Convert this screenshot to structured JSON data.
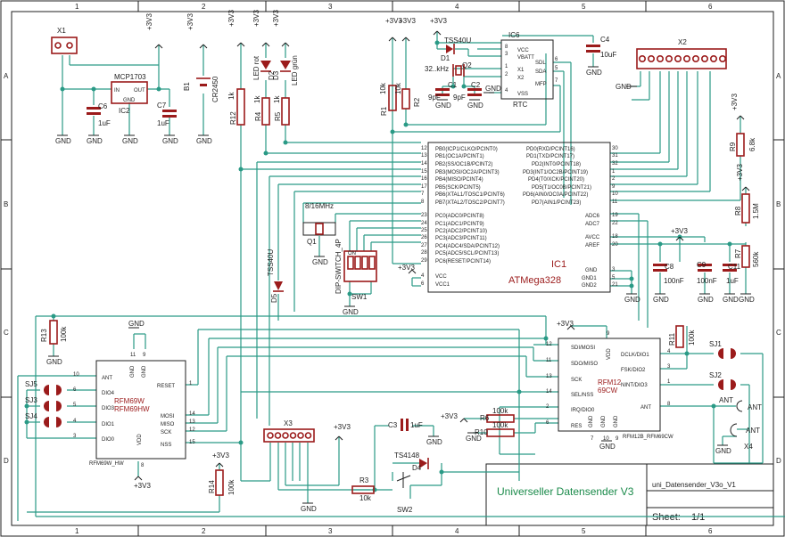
{
  "frame": {
    "columns": [
      "1",
      "2",
      "3",
      "4",
      "5",
      "6"
    ],
    "rows": [
      "A",
      "B",
      "C",
      "D"
    ]
  },
  "title_block": {
    "title": "Universeller Datensender V3",
    "file": "uni_Datensender_V3o_V1",
    "sheet_label": "Sheet:",
    "sheet_value": "1/1"
  },
  "rails": {
    "v33": "+3V3",
    "gnd": "GND"
  },
  "regulator": {
    "name": "MCP1703",
    "ref": "IC2",
    "pin_in": "IN",
    "pin_out": "OUT",
    "pin_gnd": "GND"
  },
  "caps": {
    "c6": "C6",
    "c6v": "1uF",
    "c7": "C7",
    "c7v": "1uF",
    "c4": "C4",
    "c4v": "10uF",
    "c1": "C1",
    "c1v": "9pF",
    "c2": "C2",
    "c2v": "9pF",
    "c3": "C3",
    "c3v": "1uF",
    "c8": "C8",
    "c8v": "100nF",
    "c9": "C9",
    "c9v": "100nF",
    "c11": "C11",
    "c11v": "1uF"
  },
  "battery": {
    "ref": "B1",
    "value": "CR2450"
  },
  "resistors": {
    "r12": "R12",
    "r12v": "1k",
    "r4": "R4",
    "r4v": "1k",
    "r5": "R5",
    "r5v": "1k",
    "r1": "R1",
    "r1v": "10k",
    "r2": "R2",
    "r2v": "10k",
    "r9": "R9",
    "r9v": "6.8k",
    "r8": "R8",
    "r8v": "1.5M",
    "r7": "R7",
    "r7v": "560k",
    "r13": "R13",
    "r13v": "100k",
    "r11": "R11",
    "r11v": "100k",
    "r14": "R14",
    "r14v": "100k",
    "r6": "R6",
    "r6v": "100k",
    "r10": "R10",
    "r10v": "100k",
    "r3": "R3",
    "r3v": "10k"
  },
  "leds": {
    "d2": "D2",
    "d2v": "LED rot",
    "d3": "D3",
    "d3v": "LED grün"
  },
  "diodes": {
    "d1": "D1",
    "d1v": "TSS40U",
    "d5": "D5",
    "d5v": "TSS40U",
    "d4": "D4",
    "d4v": "TS4148"
  },
  "rtc": {
    "ref": "IC6",
    "label": "RTC",
    "pins_left": [
      "VCC",
      "VBATT",
      "X1",
      "X2",
      "VSS"
    ],
    "pins_right": [
      "SDL",
      "SDA",
      "MFP"
    ],
    "nums_left": [
      "8",
      "3",
      "1",
      "2",
      "4"
    ],
    "nums_right": [
      "6",
      "5",
      "7"
    ]
  },
  "crystal_rtc": {
    "ref": "Q2",
    "value": "32..kHz"
  },
  "crystal_mcu": {
    "ref": "Q1",
    "value": "8/16MHz"
  },
  "x1": {
    "ref": "X1"
  },
  "x2": {
    "ref": "X2"
  },
  "x3": {
    "ref": "X3"
  },
  "x4": {
    "ref": "X4"
  },
  "mcu": {
    "ref": "IC1",
    "name": "ATMega328",
    "left": [
      [
        "12",
        "PB0(ICP1/CLKO/PCINT0)"
      ],
      [
        "13",
        "PB1(OC1A/PCINT1)"
      ],
      [
        "14",
        "PB2(SS/OC1B/PCINT2)"
      ],
      [
        "15",
        "PB3(MOSI/OC2A/PCINT3)"
      ],
      [
        "16",
        "PB4(MISO/PCINT4)"
      ],
      [
        "17",
        "PB5(SCK/PCINT5)"
      ],
      [
        "7",
        "PB6(XTAL1/TOSC1/PCINT6)"
      ],
      [
        "8",
        "PB7(XTAL2/TOSC2/PCINT7)"
      ],
      [
        "23",
        "PC0(ADC0/PCINT8)"
      ],
      [
        "24",
        "PC1(ADC1/PCINT9)"
      ],
      [
        "25",
        "PC2(ADC2/PCINT10)"
      ],
      [
        "26",
        "PC3(ADC3/PCINT11)"
      ],
      [
        "27",
        "PC4(ADC4/SDA/PCINT12)"
      ],
      [
        "28",
        "PC5(ADC5/SCL/PCINT13)"
      ],
      [
        "29",
        "PC6(RESET/PCINT14)"
      ],
      [
        "4",
        "VCC"
      ],
      [
        "6",
        "VCC1"
      ]
    ],
    "right": [
      [
        "30",
        "PD0(RXD/PCINT16)"
      ],
      [
        "31",
        "PD1(TXD/PCINT17)"
      ],
      [
        "32",
        "PD2(INT0/PCINT18)"
      ],
      [
        "1",
        "PD3(INT1/OC2B/PCINT19)"
      ],
      [
        "2",
        "PD4(T0/XCK/PCINT20)"
      ],
      [
        "9",
        "PD5(T1/OC0B/PCINT21)"
      ],
      [
        "10",
        "PD6(AIN0/OC0A/PCINT22)"
      ],
      [
        "11",
        "PD7(AIN1/PCINT23)"
      ],
      [
        "19",
        "ADC6"
      ],
      [
        "22",
        "ADC7"
      ],
      [
        "18",
        "AVCC"
      ],
      [
        "20",
        "AREF"
      ],
      [
        "3",
        "GND"
      ],
      [
        "5",
        "GND1"
      ],
      [
        "21",
        "GND2"
      ]
    ]
  },
  "dip": {
    "ref": "SW1",
    "label": "DIP-SWITCH_4P",
    "on": "ON"
  },
  "sw2": {
    "ref": "SW2"
  },
  "rfm69": {
    "name": "RFM69W",
    "name2": "RFM69HW",
    "footer": "RFM69W_HW",
    "left": [
      [
        "10",
        "ANT"
      ],
      [
        "6",
        "DIO4"
      ],
      [
        "5",
        "DIO3"
      ],
      [
        "4",
        "DIO1"
      ],
      [
        "3",
        "DIO0"
      ]
    ],
    "right": [
      [
        "1",
        "RESET"
      ],
      [
        "14",
        "MOSI"
      ],
      [
        "13",
        "MISO"
      ],
      [
        "12",
        "SCK"
      ],
      [
        "15",
        "NSS"
      ]
    ],
    "top": [
      "GND",
      "GND"
    ],
    "top_nums": [
      "11",
      "9"
    ],
    "vdd": "VDD",
    "vdd_num": "8"
  },
  "rfm12": {
    "name": "RFM12",
    "name2": "69CW",
    "footer": "RFM12B_RFM69CW",
    "left": [
      [
        "12",
        "SDI/MOSI"
      ],
      [
        "11",
        "SDO/MISO"
      ],
      [
        "13",
        "SCK"
      ],
      [
        "14",
        "SEL/NSS"
      ],
      [
        "2",
        "IRQ/DIO0"
      ],
      [
        "6",
        "RES"
      ]
    ],
    "right": [
      [
        "4",
        "DCLK/DIO1"
      ],
      [
        "3",
        "FSK/DIO2"
      ],
      [
        "1",
        "NINT/DIO3"
      ],
      [
        "8",
        "ANT"
      ]
    ],
    "vdd": "VDD",
    "vdd_num": "9",
    "gnd": [
      "GND",
      "GND",
      "GND"
    ],
    "gnd_nums": [
      "7",
      "10",
      "9"
    ]
  },
  "jumpers": [
    "SJ5",
    "SJ3",
    "SJ4",
    "SJ1",
    "SJ2"
  ],
  "antenna": {
    "label": "ANT"
  }
}
